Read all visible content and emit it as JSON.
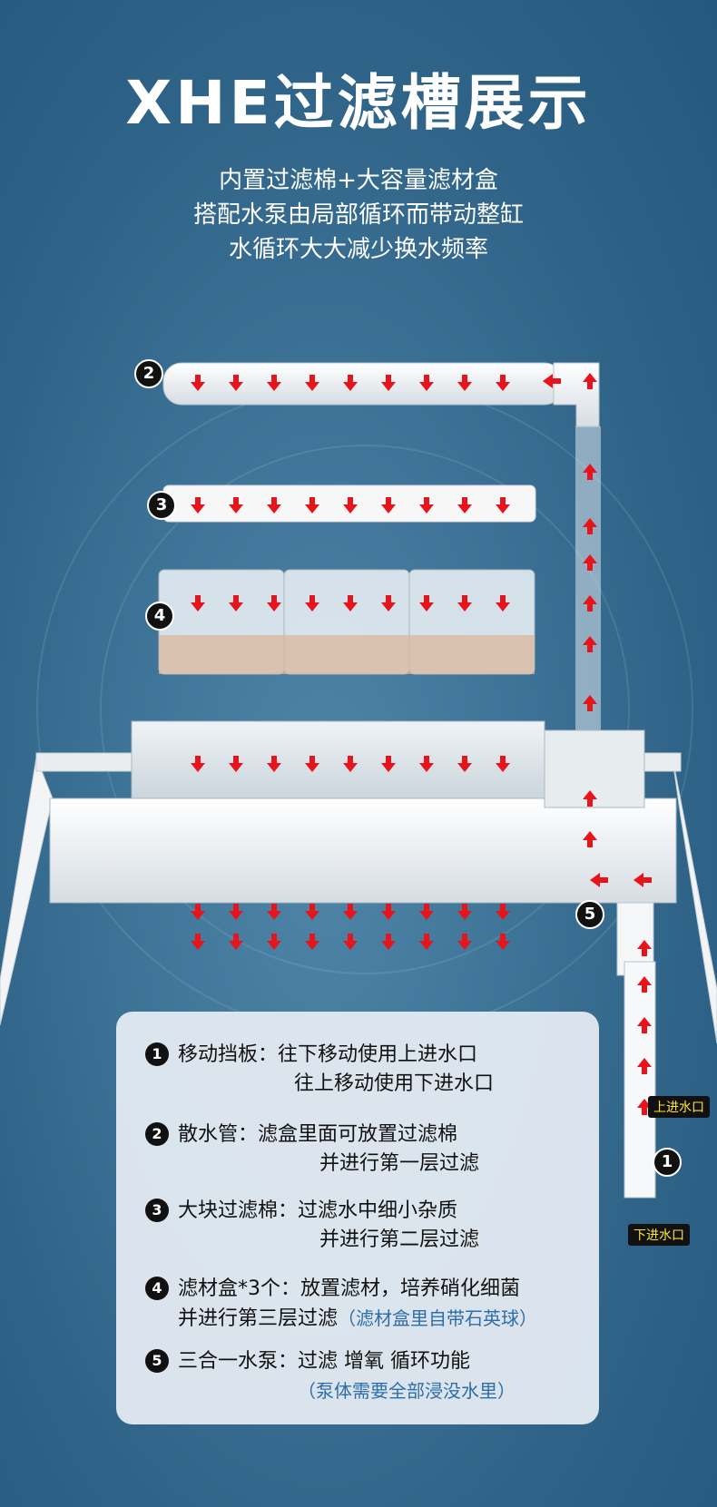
{
  "header": {
    "title": "XHE过滤槽展示",
    "subtitle_lines": [
      "内置过滤棉+大容量滤材盒",
      "搭配水泵由局部循环而带动整缸",
      "水循环大大减少换水频率"
    ]
  },
  "callouts": {
    "n1": "1",
    "n2": "2",
    "n3": "3",
    "n4": "4",
    "n5": "5"
  },
  "tags": {
    "upper_inlet": "上进水口",
    "lower_inlet": "下进水口"
  },
  "legend": {
    "items": [
      {
        "num": "1",
        "label": "移动挡板：",
        "text": "往下移动使用上进水口",
        "cont": "往上移动使用下进水口"
      },
      {
        "num": "2",
        "label": "散水管：",
        "text": "滤盒里面可放置过滤棉",
        "cont": "并进行第一层过滤"
      },
      {
        "num": "3",
        "label": "大块过滤棉：",
        "text": "过滤水中细小杂质",
        "cont": "并进行第二层过滤"
      },
      {
        "num": "4",
        "label": "滤材盒*3个：",
        "text": "放置滤材，培养硝化细菌",
        "cont": "并进行第三层过滤",
        "note": "（滤材盒里自带石英球）"
      },
      {
        "num": "5",
        "label": "三合一水泵：",
        "text": "过滤 增氧 循环功能",
        "note": "（泵体需要全部浸没水里）"
      }
    ]
  },
  "colors": {
    "arrow": "#e8141b",
    "bg": "#2f6488",
    "panel": "#e6ecf2"
  }
}
